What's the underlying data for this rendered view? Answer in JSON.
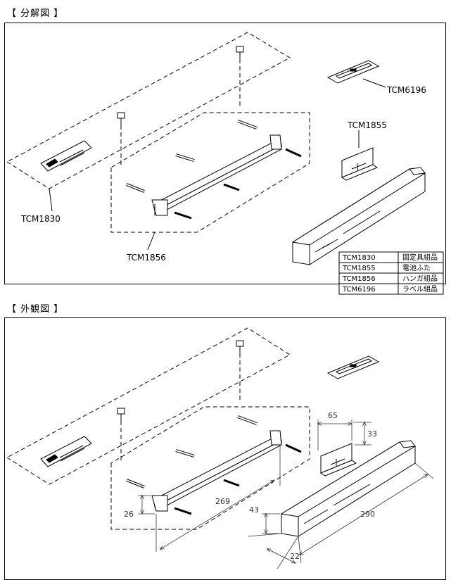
{
  "sections": {
    "exploded_title": "【 分解図 】",
    "exterior_title": "【 外観図 】"
  },
  "callouts": {
    "tcm1830": "TCM1830",
    "tcm1856": "TCM1856",
    "tcm6196": "TCM6196",
    "tcm1855": "TCM1855"
  },
  "parts_table": [
    {
      "code": "TCM1830",
      "name": "固定具組品"
    },
    {
      "code": "TCM1855",
      "name": "電池ふた"
    },
    {
      "code": "TCM1856",
      "name": "ハンガ組品"
    },
    {
      "code": "TCM6196",
      "name": "ラベル組品"
    }
  ],
  "dimensions": {
    "d65": "65",
    "d33": "33",
    "d26": "26",
    "d269": "269",
    "d43": "43",
    "d290": "290",
    "d22": "22"
  }
}
